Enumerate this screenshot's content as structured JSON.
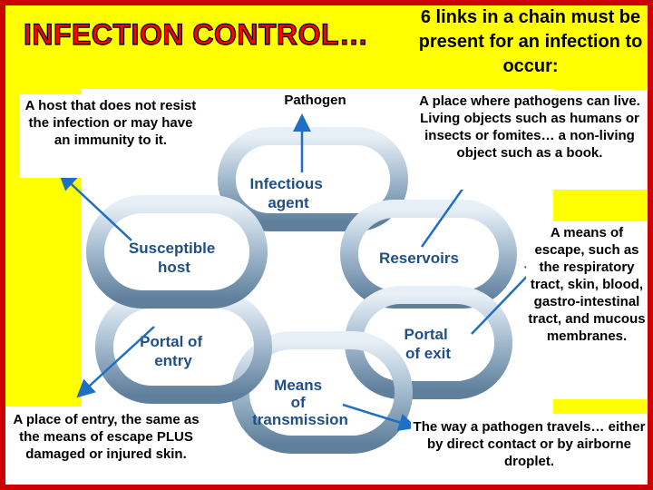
{
  "slide": {
    "title": "INFECTION CONTROL…",
    "subtitle": "6 links in a chain must be present for an infection to occur:",
    "labels": {
      "host": "A host that does not resist the infection or may have an immunity to it.",
      "pathogen": "Pathogen",
      "reservoir": "A place where pathogens can live. Living objects such as humans or insects or fomites… a non-living object such as a book.",
      "exit": "A means of escape, such as the respiratory tract, skin, blood, gastro-intestinal tract, and mucous membranes.",
      "entry": "A place of entry, the same as the means of escape PLUS damaged or injured skin.",
      "transmission": "The way a pathogen travels… either by direct contact or by airborne droplet."
    },
    "chain_links": {
      "infectious_agent": [
        "Infectious",
        "agent"
      ],
      "susceptible_host": [
        "Susceptible",
        "host"
      ],
      "reservoirs": [
        "Reservoirs"
      ],
      "portal_of_entry": [
        "Portal of",
        "entry"
      ],
      "portal_of_exit": [
        "Portal",
        "of exit"
      ],
      "means_of_transmission": [
        "Means",
        "of",
        "transmission"
      ]
    },
    "colors": {
      "border": "#cc0000",
      "background": "#ffff00",
      "title": "#ff0000",
      "link_text": "#1f4f86",
      "arrow": "#1f6fc4",
      "chain_metal": "#a9bfd2"
    }
  }
}
